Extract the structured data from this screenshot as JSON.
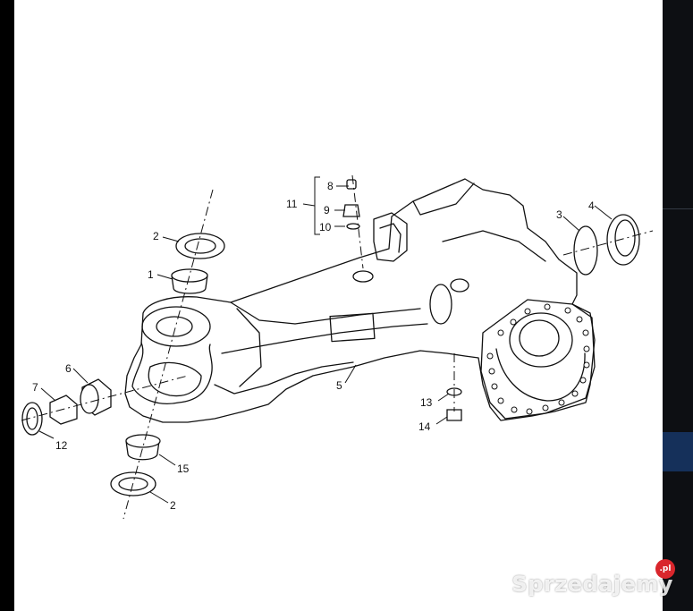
{
  "colors": {
    "background": "#000000",
    "paper": "#ffffff",
    "line": "#111111",
    "side_panel": "#1a1f27",
    "side_accent": "#15305a",
    "watermark_badge": "#d9262c"
  },
  "diagram": {
    "callouts": [
      "1",
      "2",
      "2",
      "3",
      "4",
      "5",
      "6",
      "7",
      "8",
      "9",
      "10",
      "11",
      "12",
      "13",
      "14",
      "15"
    ]
  },
  "watermark": {
    "text": "Sprzedajemy",
    "badge": ".pl"
  }
}
